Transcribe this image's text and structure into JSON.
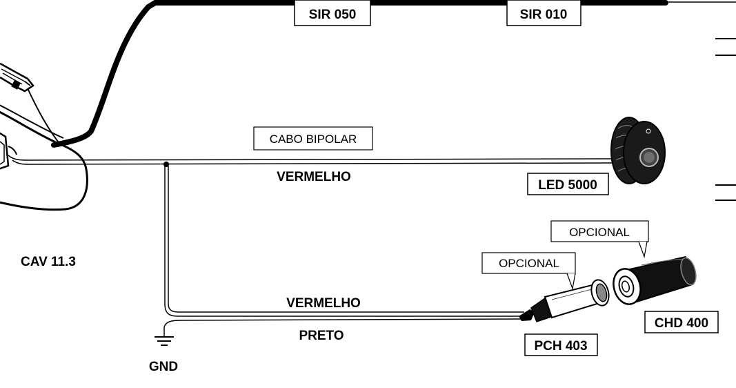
{
  "labels": {
    "sir_050": "SIR 050",
    "sir_010": "SIR 010",
    "cabo_bipolar": "CABO BIPOLAR",
    "vermelho_top": "VERMELHO",
    "led_5000": "LED 5000",
    "cav": "CAV 11.3",
    "opcional_right": "OPCIONAL",
    "opcional_left": "OPCIONAL",
    "vermelho_bottom": "VERMELHO",
    "preto": "PRETO",
    "chd_400": "CHD 400",
    "pch_403": "PCH 403",
    "gnd": "GND"
  },
  "colors": {
    "line": "#000000",
    "background": "#ffffff",
    "led_fill": "#1c1c1c",
    "led_lens": "#6e6e6e"
  }
}
